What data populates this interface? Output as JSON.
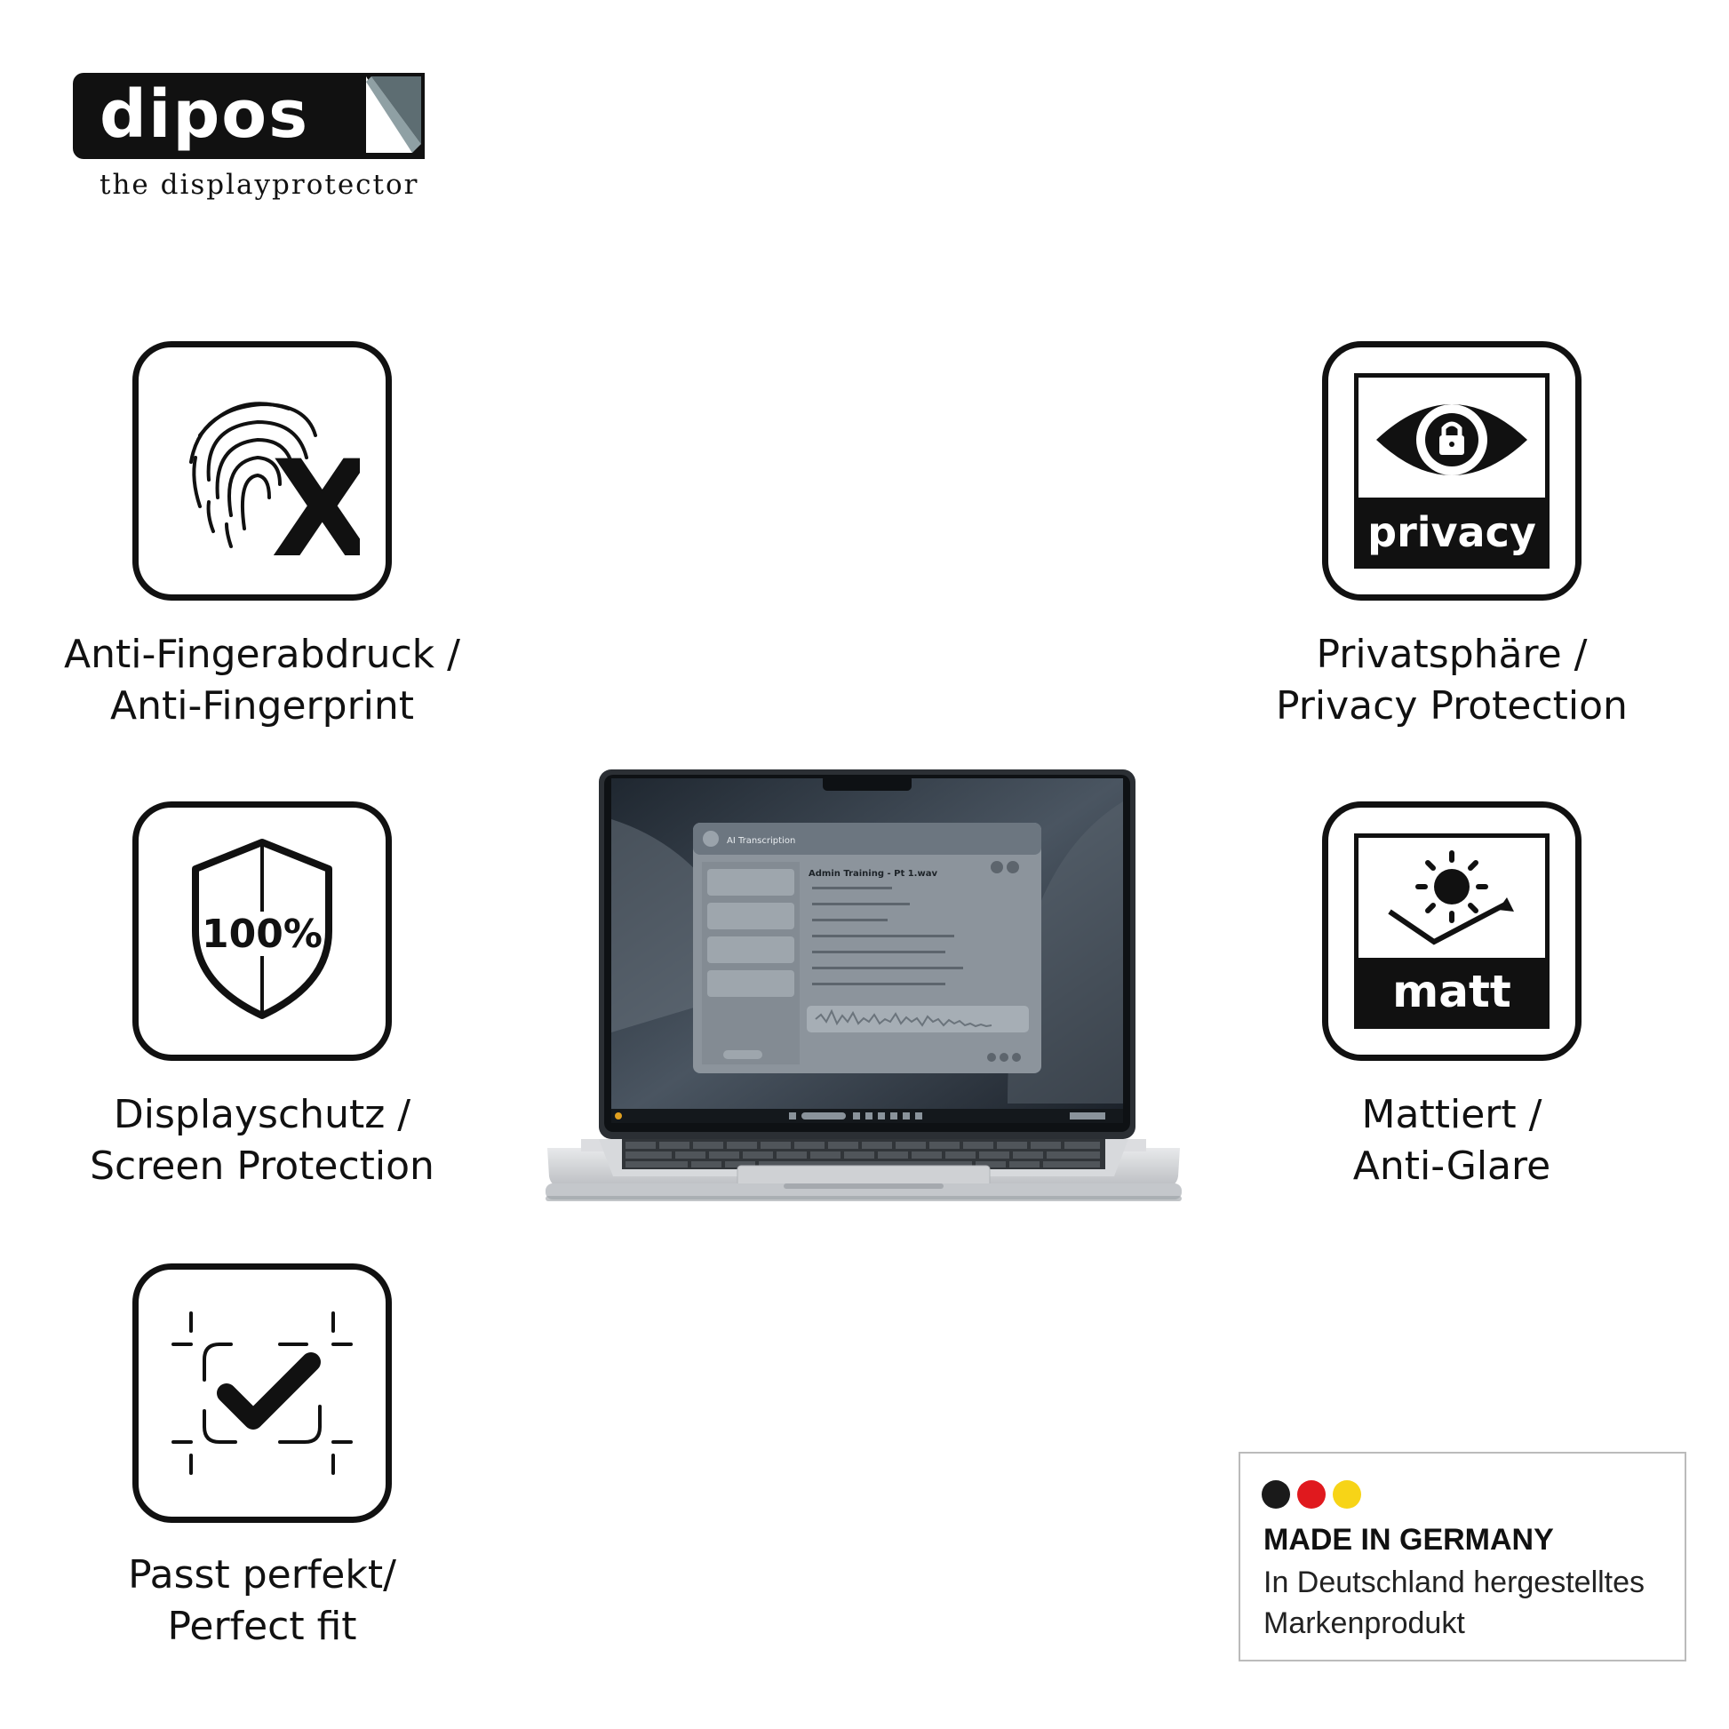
{
  "brand": {
    "name": "dipos",
    "tagline": "the displayprotector"
  },
  "features": {
    "anti_fingerprint": {
      "line1": "Anti-Fingerabdruck /",
      "line2": "Anti-Fingerprint",
      "icon": "fingerprint-x-icon"
    },
    "screen_protection": {
      "line1": "Displayschutz /",
      "line2": "Screen Protection",
      "icon": "shield-100-icon",
      "badge": "100%"
    },
    "perfect_fit": {
      "line1": "Passt perfekt/",
      "line2": "Perfect fit",
      "icon": "checkmark-frame-icon"
    },
    "privacy": {
      "line1": "Privatsphäre /",
      "line2": "Privacy Protection",
      "icon": "eye-lock-icon",
      "badge": "privacy"
    },
    "matt": {
      "line1": "Mattiert /",
      "line2": "Anti-Glare",
      "icon": "sun-deflect-icon",
      "badge": "matt"
    }
  },
  "laptop_screen": {
    "app_title": "AI Transcription",
    "document_title": "Admin Training - Pt 1.wav"
  },
  "made_in_germany": {
    "title": "MADE IN GERMANY",
    "line1": "In Deutschland hergestelltes",
    "line2": "Markenprodukt",
    "colors": [
      "#1a1a1a",
      "#e0191e",
      "#f7d417"
    ]
  }
}
